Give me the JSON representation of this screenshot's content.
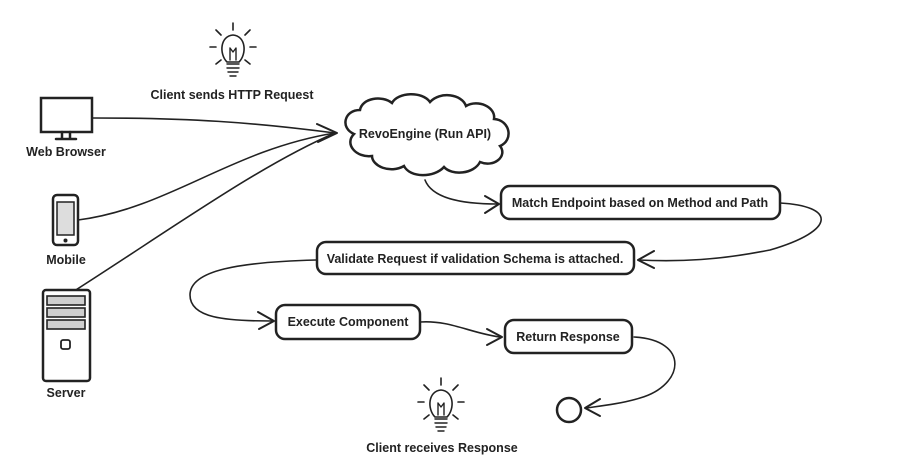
{
  "diagram": {
    "annotations": {
      "top": "Client sends HTTP Request",
      "bottom": "Client receives Response"
    },
    "clients": [
      {
        "label": "Web Browser",
        "icon": "monitor-icon"
      },
      {
        "label": "Mobile",
        "icon": "mobile-phone-icon"
      },
      {
        "label": "Server",
        "icon": "server-tower-icon"
      }
    ],
    "engine": {
      "label": "RevoEngine (Run API)"
    },
    "steps": [
      {
        "label": "Match Endpoint based on Method and Path"
      },
      {
        "label": "Validate Request if validation Schema is attached."
      },
      {
        "label": "Execute Component"
      },
      {
        "label": "Return Response"
      }
    ],
    "end_marker": "end-circle",
    "colors": {
      "ink": "#222222",
      "fill": "#ffffff"
    }
  }
}
